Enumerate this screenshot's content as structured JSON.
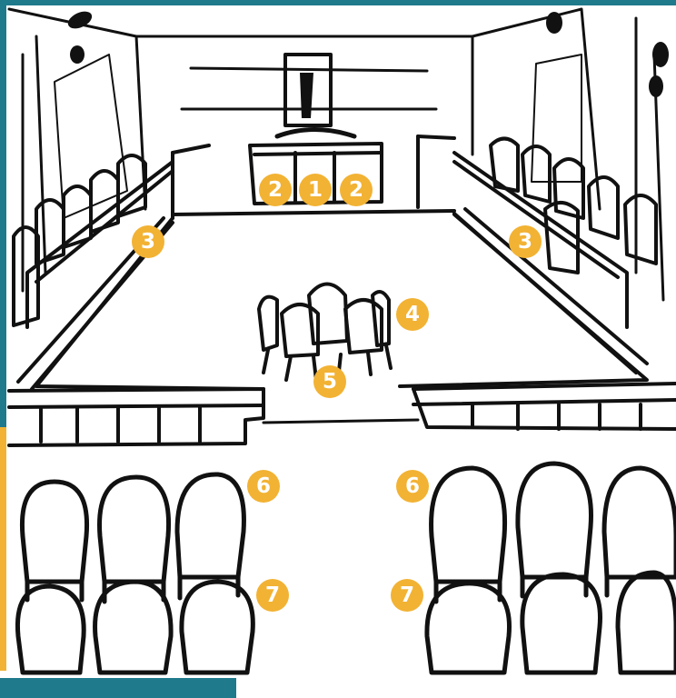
{
  "colors": {
    "marker": "#f2b233",
    "marker_text": "#ffffff",
    "ink": "#111111",
    "frame_teal": "#1f7a8c",
    "frame_gold": "#f2b233",
    "background": "#ffffff"
  },
  "markers": {
    "judge": "1",
    "side_judge_left": "2",
    "side_judge_right": "2",
    "bench_left": "3",
    "bench_right": "3",
    "front_seats": "4",
    "floor": "5",
    "gallery_front_left": "6",
    "gallery_front_right": "6",
    "gallery_back_left": "7",
    "gallery_back_right": "7"
  }
}
